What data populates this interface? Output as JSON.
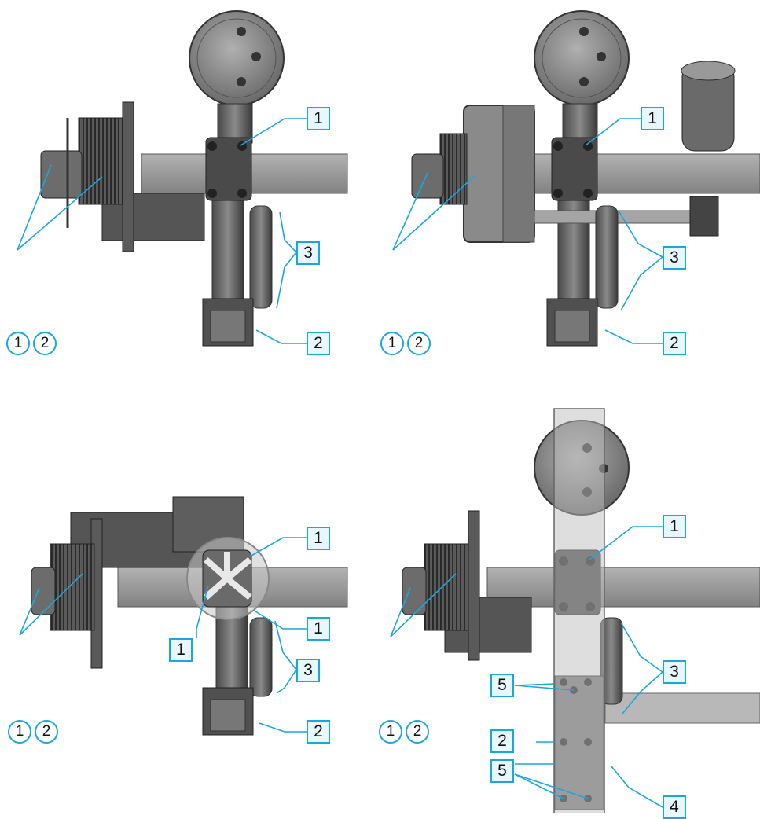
{
  "diagram": {
    "colors": {
      "leader": "#1aa7dd",
      "box_fill": "#e8f6fd",
      "axle": "#999999",
      "metal_dark": "#3d3d3d",
      "metal_mid": "#6e6e6e",
      "overlay": "rgba(190,190,190,0.55)"
    },
    "panels": [
      {
        "id": "top-left",
        "labels": {
          "c1": "1",
          "c2": "2",
          "c3": "3",
          "r1": "1",
          "r2": "2"
        }
      },
      {
        "id": "top-right",
        "labels": {
          "c1": "1",
          "c2": "2",
          "c3": "3",
          "r1": "1",
          "r2": "2"
        }
      },
      {
        "id": "bottom-left",
        "labels": {
          "c1a": "1",
          "c1b": "1",
          "c1c": "1",
          "c2": "2",
          "c3": "3",
          "r1": "1",
          "r2": "2"
        }
      },
      {
        "id": "bottom-right",
        "labels": {
          "c1": "1",
          "c2": "2",
          "c3": "3",
          "c4": "4",
          "c5a": "5",
          "c5b": "5",
          "r1": "1",
          "r2": "2"
        }
      }
    ]
  }
}
